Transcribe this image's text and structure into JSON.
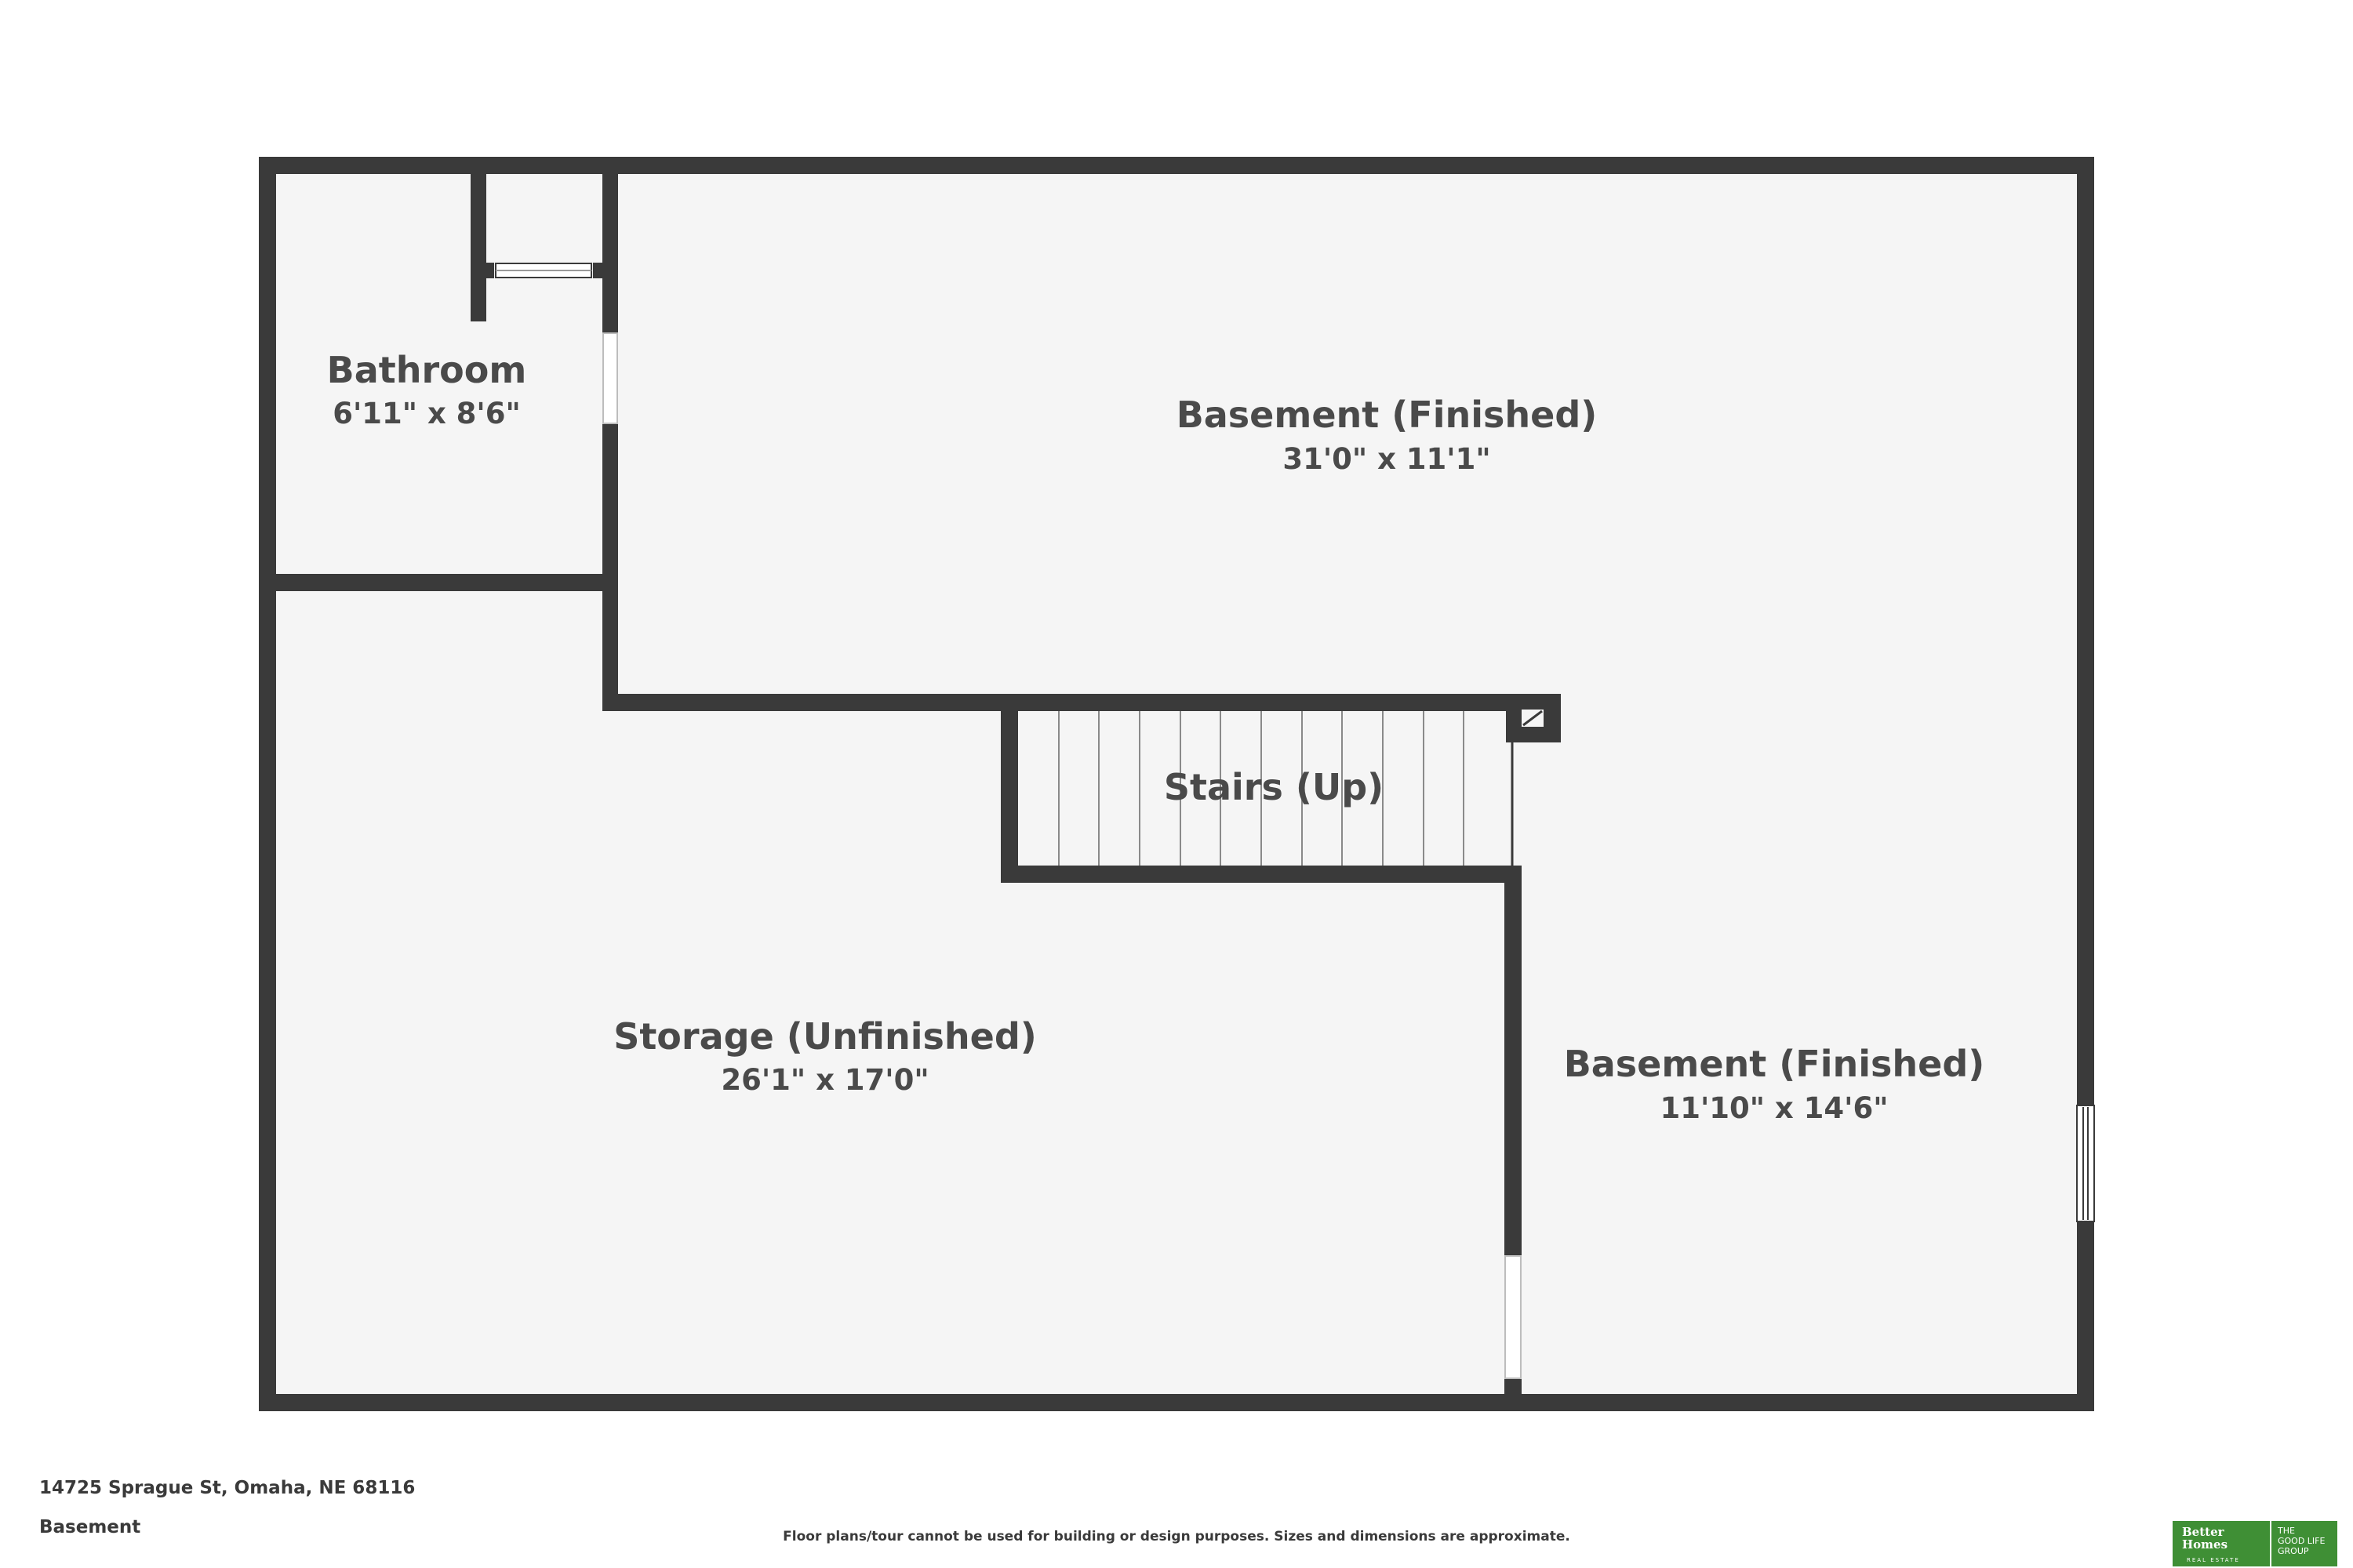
{
  "colors": {
    "wall": "#3a3a3a",
    "floor": "#f5f5f5",
    "text": "#4a4a4a",
    "brand": "#3f8f35"
  },
  "rooms": {
    "bathroom": {
      "name": "Bathroom",
      "dims": "6'11\" x 8'6\""
    },
    "basement_top": {
      "name": "Basement (Finished)",
      "dims": "31'0\" x 11'1\""
    },
    "stairs": {
      "name": "Stairs (Up)"
    },
    "storage": {
      "name": "Storage (Unfinished)",
      "dims": "26'1\" x 17'0\""
    },
    "basement_right": {
      "name": "Basement (Finished)",
      "dims": "11'10\" x 14'6\""
    }
  },
  "footer": {
    "address": "14725 Sprague St, Omaha, NE 68116",
    "level": "Basement",
    "disclaimer": "Floor plans/tour cannot be used for building or design purposes. Sizes and dimensions are approximate."
  },
  "logo": {
    "brand_line1": "Better",
    "brand_line2": "Homes",
    "brand_sub": "REAL ESTATE",
    "group_line1": "THE",
    "group_line2": "GOOD LIFE",
    "group_line3": "GROUP"
  }
}
